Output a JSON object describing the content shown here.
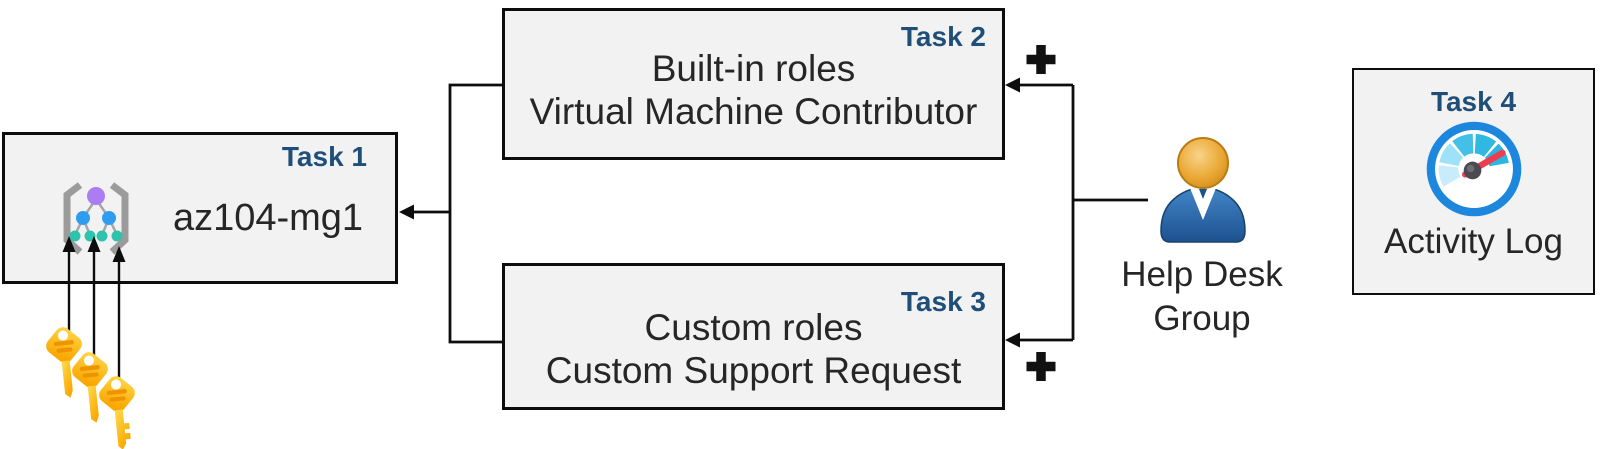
{
  "diagram": {
    "title": "Azure role assignment tasks diagram",
    "background": "#ffffff"
  },
  "colors": {
    "task_label": "#1f4e79",
    "body_text": "#262626",
    "box_fill": "#f2f2f2",
    "box_border": "#0d0d0d",
    "connector": "#0d0d0d",
    "key_gold_light": "#ffd94e",
    "key_gold_dark": "#f9a800",
    "gauge_ring_blue": "#1d86dd",
    "gauge_needle_red": "#ee3d4e",
    "person_body_blue": "#2e6cab",
    "person_head_gold": "#e8a62f",
    "mg_purple": "#ab7cf2",
    "mg_blue": "#2f9cf0",
    "mg_teal": "#2fc3ae"
  },
  "boxes": {
    "task1": {
      "task_label": "Task 1",
      "name": "az104-mg1",
      "icon": "management-group-icon"
    },
    "task2": {
      "task_label": "Task 2",
      "line1": "Built-in roles",
      "line2": "Virtual Machine Contributor"
    },
    "task3": {
      "task_label": "Task 3",
      "line1": "Custom roles",
      "line2": "Custom Support Request"
    },
    "task4": {
      "task_label": "Task 4",
      "name": "Activity Log",
      "icon": "gauge-icon"
    }
  },
  "actors": {
    "help_desk_group": {
      "label": "Help Desk Group",
      "icon": "person-icon"
    }
  },
  "symbols": {
    "plus_glyph": "+",
    "plus_count": 2,
    "keys": {
      "icon": "key-icon",
      "count": 3
    }
  },
  "connections": [
    {
      "from": "role-boxes-bracket",
      "to": "task1-box",
      "type": "arrow"
    },
    {
      "from": "help-desk-group",
      "to": "task2-box",
      "type": "arrow",
      "badge": "+"
    },
    {
      "from": "help-desk-group",
      "to": "task3-box",
      "type": "arrow",
      "badge": "+"
    },
    {
      "from": "keys",
      "to": "task1-management-group",
      "type": "arrow",
      "count": 3
    }
  ]
}
